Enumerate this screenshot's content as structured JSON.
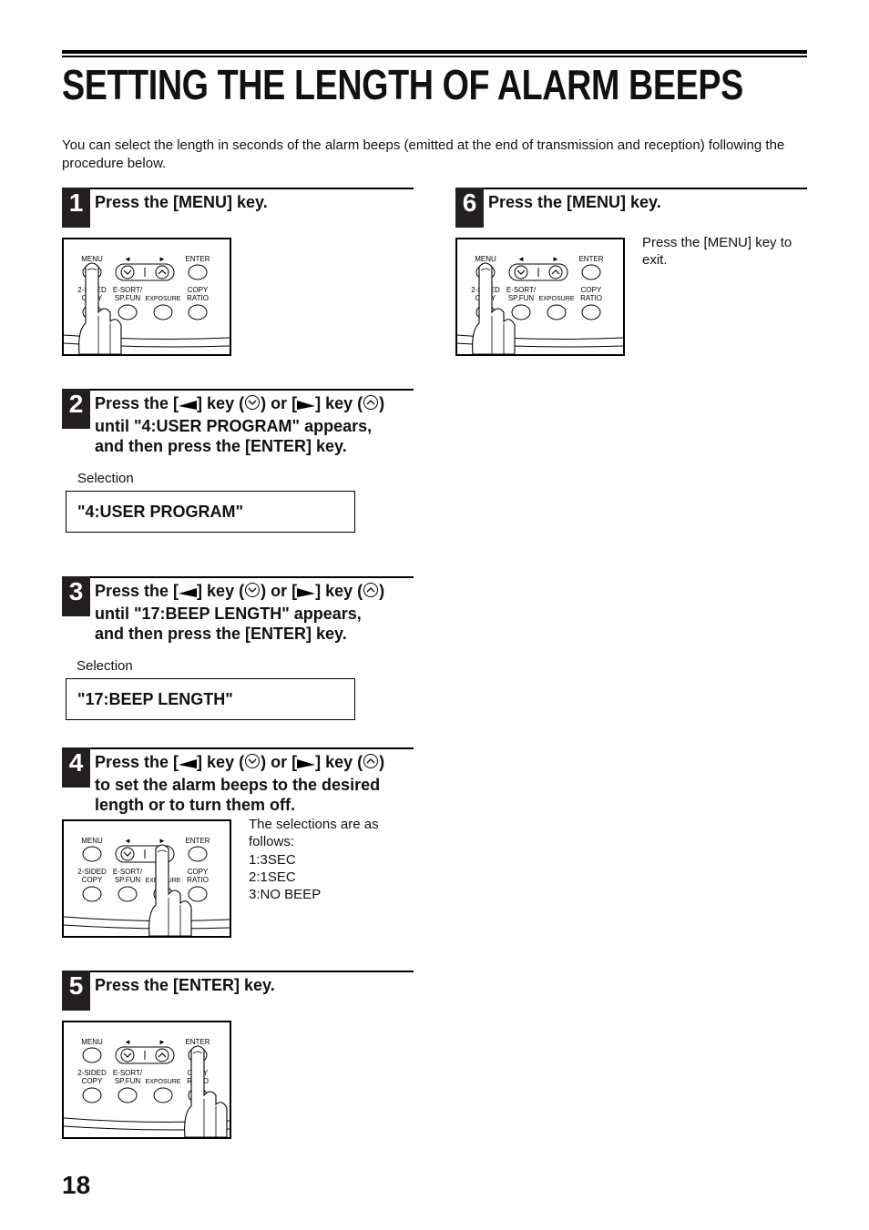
{
  "title": "SETTING THE LENGTH OF ALARM BEEPS",
  "intro": "You can select the length in seconds of the alarm beeps (emitted at the end of transmission and reception) following the procedure below.",
  "panel_labels": {
    "menu": "MENU",
    "left": "◄",
    "right": "►",
    "enter": "ENTER",
    "two_sided_1": "2-SIDED",
    "two_sided_2": "COPY",
    "esort_1": "E-SORT/",
    "esort_2": "SP.FUN",
    "exposure": "EXPOSURE",
    "copy_1": "COPY",
    "copy_2": "RATIO"
  },
  "steps": [
    {
      "num": "1",
      "lines": [
        "Press the [MENU] key."
      ]
    },
    {
      "num": "2",
      "lines": [
        "Press the [",
        "] key (",
        ") or [",
        "] key (",
        ")",
        "until \"4:USER PROGRAM\" appears,",
        "and then press the [ENTER] key."
      ],
      "selection_label": "Selection",
      "selection": "\"4:USER PROGRAM\""
    },
    {
      "num": "3",
      "lines": [
        "Press the [",
        "] key (",
        ") or [",
        "] key (",
        ")",
        "until \"17:BEEP LENGTH\" appears,",
        "and then press the [ENTER] key."
      ],
      "selection_label": "Selection",
      "selection": "\"17:BEEP LENGTH\""
    },
    {
      "num": "4",
      "lines": [
        "Press the [",
        "] key (",
        ") or [",
        "] key (",
        ")",
        "to set the alarm beeps to the desired",
        "length or to turn them off."
      ],
      "notes": [
        "The selections are as",
        "follows:",
        "1:3SEC",
        "2:1SEC",
        "3:NO BEEP"
      ]
    },
    {
      "num": "5",
      "lines": [
        "Press the [ENTER] key."
      ]
    },
    {
      "num": "6",
      "lines": [
        "Press the [MENU] key."
      ],
      "notes": [
        "Press the [MENU] key to",
        "exit."
      ]
    }
  ],
  "page_number": "18"
}
